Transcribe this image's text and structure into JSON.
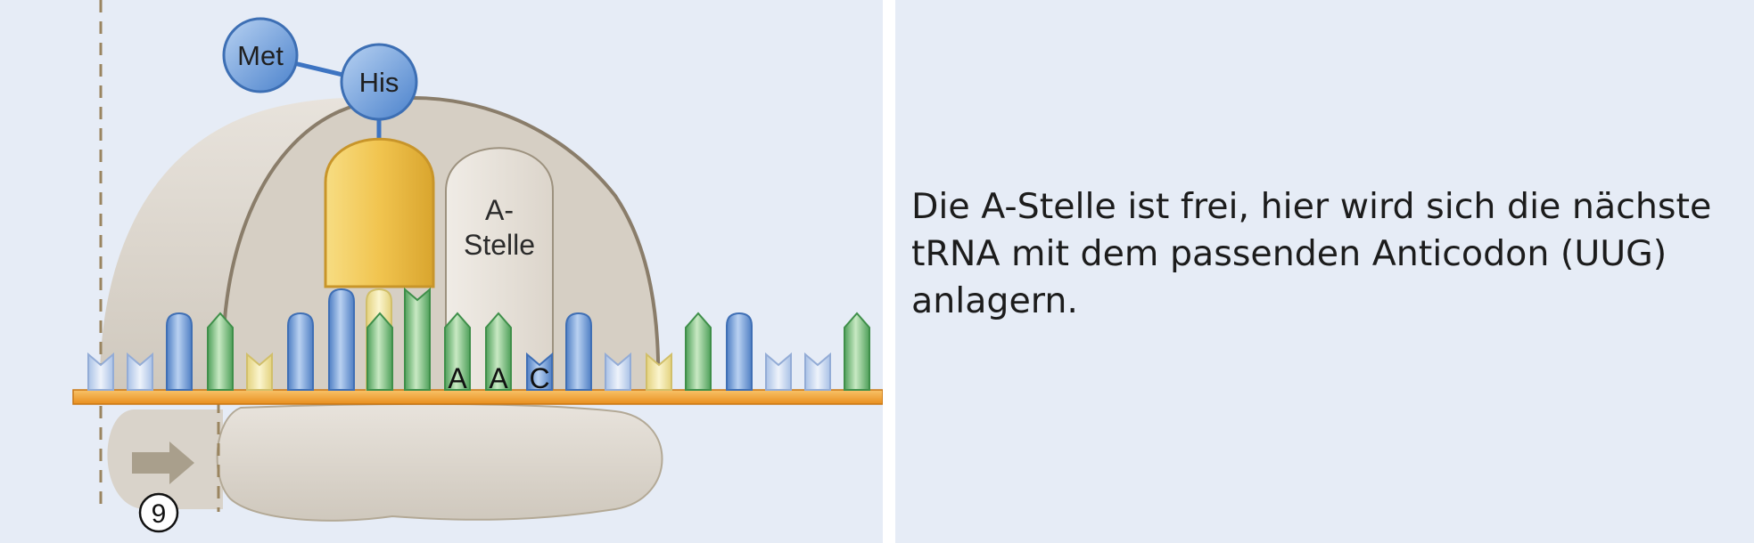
{
  "figure": {
    "amino_acids": [
      {
        "label": "Met",
        "color": "#6f9fdc"
      },
      {
        "label": "His",
        "color": "#6f9fdc"
      }
    ],
    "a_site_label_line1": "A-",
    "a_site_label_line2": "Stelle",
    "anticodon_letters": [
      "A",
      "A",
      "C"
    ],
    "step_number": "9",
    "colors": {
      "background": "#e6ecf6",
      "ribosome_large": "#d8d2c9",
      "ribosome_outline": "#8a7d6a",
      "mrna_strand": "#f3a640",
      "trna_body": "#f1c44f",
      "arrow": "#a99f8c",
      "base_blue": "#6f9fdc",
      "base_green": "#7cc27a",
      "base_yellow": "#f4e9a6",
      "base_lightblue": "#c8d9f0"
    },
    "icons": [
      "arrow-right-icon"
    ]
  },
  "caption": {
    "text": "Die A-Stelle ist frei, hier wird sich die nächste tRNA mit dem passenden Anticodon (UUG) anlagern."
  }
}
